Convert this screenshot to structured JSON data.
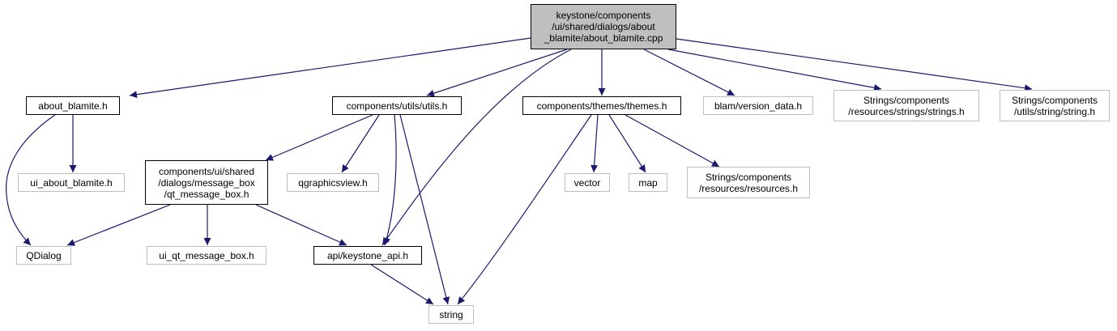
{
  "colors": {
    "edge": "#191970",
    "root_fill": "#bfbfbf",
    "dark_border": "#000000",
    "light_border": "#bfbfbf"
  },
  "nodes": {
    "root": {
      "lines": [
        "keystone/components",
        "/ui/shared/dialogs/about",
        "_blamite/about_blamite.cpp"
      ]
    },
    "about_blamite_h": {
      "lines": [
        "about_blamite.h"
      ]
    },
    "utils_h": {
      "lines": [
        "components/utils/utils.h"
      ]
    },
    "themes_h": {
      "lines": [
        "components/themes/themes.h"
      ]
    },
    "version_data_h": {
      "lines": [
        "blam/version_data.h"
      ]
    },
    "strings_h": {
      "lines": [
        "Strings/components",
        "/resources/strings/strings.h"
      ]
    },
    "string_h": {
      "lines": [
        "Strings/components",
        "/utils/string/string.h"
      ]
    },
    "ui_about_blamite_h": {
      "lines": [
        "ui_about_blamite.h"
      ]
    },
    "qt_message_box_h": {
      "lines": [
        "components/ui/shared",
        "/dialogs/message_box",
        "/qt_message_box.h"
      ]
    },
    "qgraphicsview_h": {
      "lines": [
        "qgraphicsview.h"
      ]
    },
    "vector": {
      "lines": [
        "vector"
      ]
    },
    "map": {
      "lines": [
        "map"
      ]
    },
    "resources_h": {
      "lines": [
        "Strings/components",
        "/resources/resources.h"
      ]
    },
    "qdialog": {
      "lines": [
        "QDialog"
      ]
    },
    "ui_qt_message_box_h": {
      "lines": [
        "ui_qt_message_box.h"
      ]
    },
    "keystone_api_h": {
      "lines": [
        "api/keystone_api.h"
      ]
    },
    "string": {
      "lines": [
        "string"
      ]
    }
  },
  "edges": [
    [
      "root",
      "about_blamite_h"
    ],
    [
      "root",
      "utils_h"
    ],
    [
      "root",
      "keystone_api_h"
    ],
    [
      "root",
      "themes_h"
    ],
    [
      "root",
      "version_data_h"
    ],
    [
      "root",
      "strings_h"
    ],
    [
      "root",
      "string_h"
    ],
    [
      "about_blamite_h",
      "qdialog"
    ],
    [
      "about_blamite_h",
      "ui_about_blamite_h"
    ],
    [
      "utils_h",
      "qt_message_box_h"
    ],
    [
      "utils_h",
      "qgraphicsview_h"
    ],
    [
      "utils_h",
      "keystone_api_h"
    ],
    [
      "utils_h",
      "string"
    ],
    [
      "themes_h",
      "vector"
    ],
    [
      "themes_h",
      "map"
    ],
    [
      "themes_h",
      "resources_h"
    ],
    [
      "themes_h",
      "string"
    ],
    [
      "qt_message_box_h",
      "qdialog"
    ],
    [
      "qt_message_box_h",
      "ui_qt_message_box_h"
    ],
    [
      "qt_message_box_h",
      "keystone_api_h"
    ],
    [
      "keystone_api_h",
      "string"
    ]
  ]
}
